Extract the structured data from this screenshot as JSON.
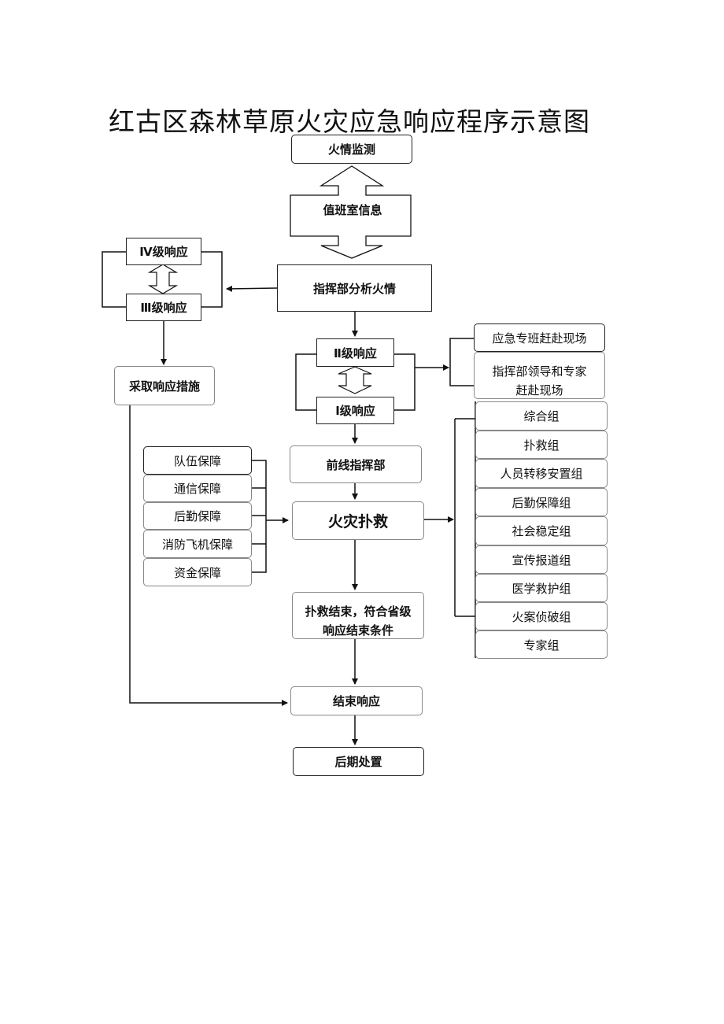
{
  "title": "红古区森林草原火灾应急响应程序示意图",
  "nodes": {
    "fire_monitor": "火情监测",
    "duty_room": "值班室信息",
    "hq_analysis": "指挥部分析火情",
    "level4": "Ⅳ级响应",
    "level3": "Ⅲ级响应",
    "measures": "采取响应措施",
    "level2": "Ⅱ级响应",
    "level1": "Ⅰ级响应",
    "special_class": "应急专班赶赴现场",
    "leaders_experts": "指挥部领导和专家赶赴现场",
    "front_hq": "前线指挥部",
    "fire_fighting": "火灾扑救",
    "end_condition": "扑救结束，符合省级响应结束条件",
    "end_response": "结束响应",
    "aftermath": "后期处置"
  },
  "support": [
    "队伍保障",
    "通信保障",
    "后勤保障",
    "消防飞机保障",
    "资金保障"
  ],
  "groups": [
    "综合组",
    "扑救组",
    "人员转移安置组",
    "后勤保障组",
    "社会稳定组",
    "宣传报道组",
    "医学救护组",
    "火案侦破组",
    "专家组"
  ]
}
